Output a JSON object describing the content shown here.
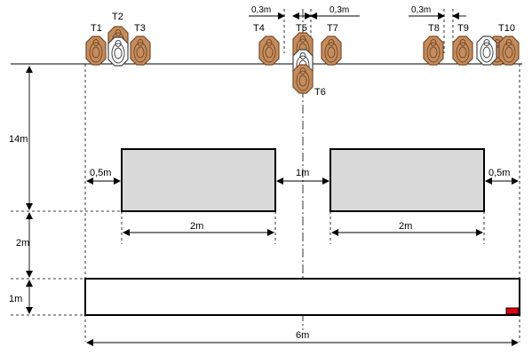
{
  "targets": [
    {
      "id": "T1",
      "label": "T1",
      "color": "brown"
    },
    {
      "id": "T2",
      "label": "T2",
      "color": "brown"
    },
    {
      "id": "T2w",
      "label": "",
      "color": "white"
    },
    {
      "id": "T3",
      "label": "T3",
      "color": "brown"
    },
    {
      "id": "T4",
      "label": "T4",
      "color": "brown"
    },
    {
      "id": "T5",
      "label": "T5",
      "color": "brown"
    },
    {
      "id": "T5w",
      "label": "",
      "color": "white"
    },
    {
      "id": "T6",
      "label": "T6",
      "color": "brown"
    },
    {
      "id": "T7",
      "label": "T7",
      "color": "brown"
    },
    {
      "id": "T8",
      "label": "T8",
      "color": "brown"
    },
    {
      "id": "T9",
      "label": "T9",
      "color": "brown"
    },
    {
      "id": "T9w",
      "label": "",
      "color": "white"
    },
    {
      "id": "T10a",
      "label": "",
      "color": "brown"
    },
    {
      "id": "T10",
      "label": "T10",
      "color": "brown"
    }
  ],
  "dimensions": {
    "top_gap_left": "0,3m",
    "top_gap_mid": "0,3m",
    "top_gap_right": "0,3m",
    "depth_total": "14m",
    "depth_mid": "2m",
    "depth_box": "1m",
    "side_left": "0,5m",
    "center_gap": "1m",
    "side_right": "0,5m",
    "width_left": "2m",
    "width_right": "2m",
    "overall_width": "6m"
  },
  "colors": {
    "target_fill": "#c48d5f",
    "target_dark": "#7a4a25",
    "target_white": "#ffffff",
    "box_fill": "#d9d9d9",
    "marker": "#e0000d"
  }
}
